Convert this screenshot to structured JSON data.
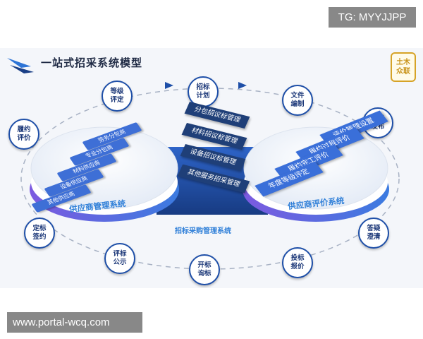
{
  "watermarks": {
    "top": "TG: MYYJJPP",
    "bottom": "www.portal-wcq.com"
  },
  "title": "一站式招采系统模型",
  "logo": {
    "line1": "土木",
    "line2": "众联"
  },
  "cycle_steps": [
    {
      "id": "zhaobiao-jihua",
      "text": "招标\n计划"
    },
    {
      "id": "wenjian-bianzhi",
      "text": "文件\n编制"
    },
    {
      "id": "gonggao-fabu",
      "text": "公告\n发布"
    },
    {
      "id": "dayi-chengqing",
      "text": "答疑\n澄清"
    },
    {
      "id": "toubiao-baojia",
      "text": "投标\n报价"
    },
    {
      "id": "kaibiao-xunbiao",
      "text": "开标\n询标"
    },
    {
      "id": "pingbiao-gongshi",
      "text": "评标\n公示"
    },
    {
      "id": "dingbiao-qianyue",
      "text": "定标\n签约"
    },
    {
      "id": "lvyue-pingjia",
      "text": "履约\n评价"
    },
    {
      "id": "dengji-pingding",
      "text": "等级\n评定"
    }
  ],
  "left_platform": {
    "label": "供应商管理系统",
    "tabs": [
      "劳务分包商",
      "专业分包商",
      "材料供应商",
      "设备供应商",
      "其他供应商"
    ]
  },
  "center": {
    "label": "招标采购管理系统",
    "tabs": [
      "分包招议标管理",
      "材料招议标管理",
      "设备招议标管理",
      "其他服务招采管理"
    ]
  },
  "right_platform": {
    "label": "供应商评价系统",
    "tabs": [
      "评价管理设置",
      "履约过程评价",
      "履约完工评价",
      "年度等级评定"
    ]
  },
  "colors": {
    "accent": "#1e4fa8",
    "tab": "#3e6fd6",
    "dark_tab": "#1f3f78",
    "label": "#2f7fd8"
  }
}
